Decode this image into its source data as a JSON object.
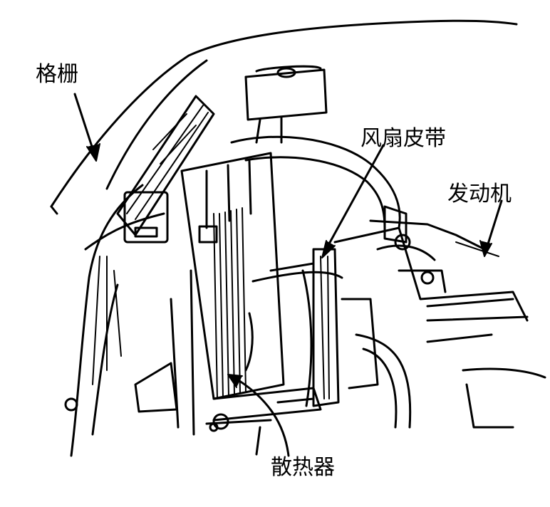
{
  "labels": {
    "grille": "格栅",
    "fan_belt": "风扇皮带",
    "engine": "发动机",
    "radiator": "散热器"
  },
  "colors": {
    "ink": "#000000",
    "paper": "#ffffff"
  }
}
